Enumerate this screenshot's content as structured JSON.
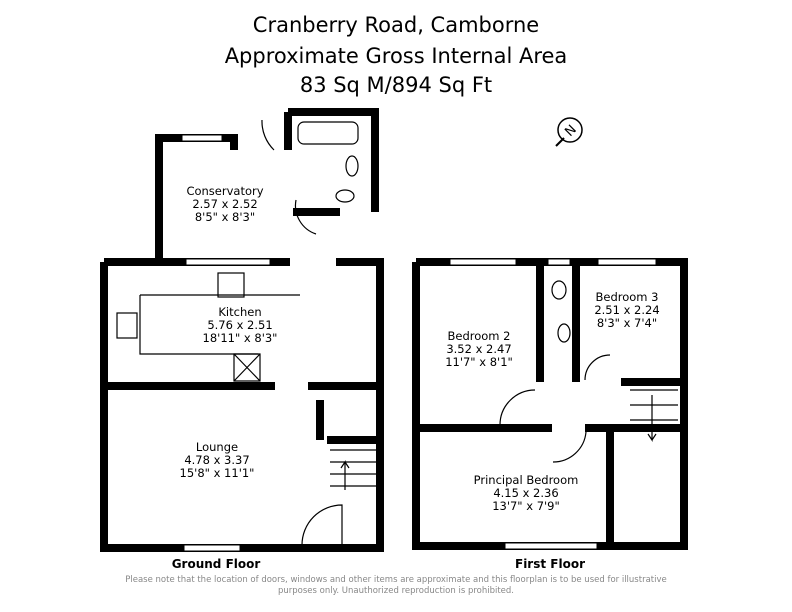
{
  "header": {
    "title": "Cranberry Road, Camborne",
    "subtitle": "Approximate Gross Internal Area",
    "area": "83 Sq M/894 Sq Ft"
  },
  "compass": {
    "icon": "north-arrow-icon",
    "label": "N"
  },
  "ground_floor": {
    "label": "Ground Floor",
    "rooms": [
      {
        "name": "Conservatory",
        "metric": "2.57 x 2.52",
        "imperial": "8'5\" x 8'3\""
      },
      {
        "name": "Kitchen",
        "metric": "5.76 x 2.51",
        "imperial": "18'11\" x 8'3\""
      },
      {
        "name": "Lounge",
        "metric": "4.78 x 3.37",
        "imperial": "15'8\" x 11'1\""
      }
    ]
  },
  "first_floor": {
    "label": "First Floor",
    "rooms": [
      {
        "name": "Bedroom 2",
        "metric": "3.52 x 2.47",
        "imperial": "11'7\" x 8'1\""
      },
      {
        "name": "Bedroom 3",
        "metric": "2.51 x 2.24",
        "imperial": "8'3\" x 7'4\""
      },
      {
        "name": "Principal Bedroom",
        "metric": "4.15 x 2.36",
        "imperial": "13'7\" x 7'9\""
      }
    ]
  },
  "disclaimer": {
    "line1": "Please note that the location of doors, windows and other items are approximate and this floorplan is to be used for illustrative",
    "line2": "purposes only. Unauthorized reproduction is prohibited."
  }
}
